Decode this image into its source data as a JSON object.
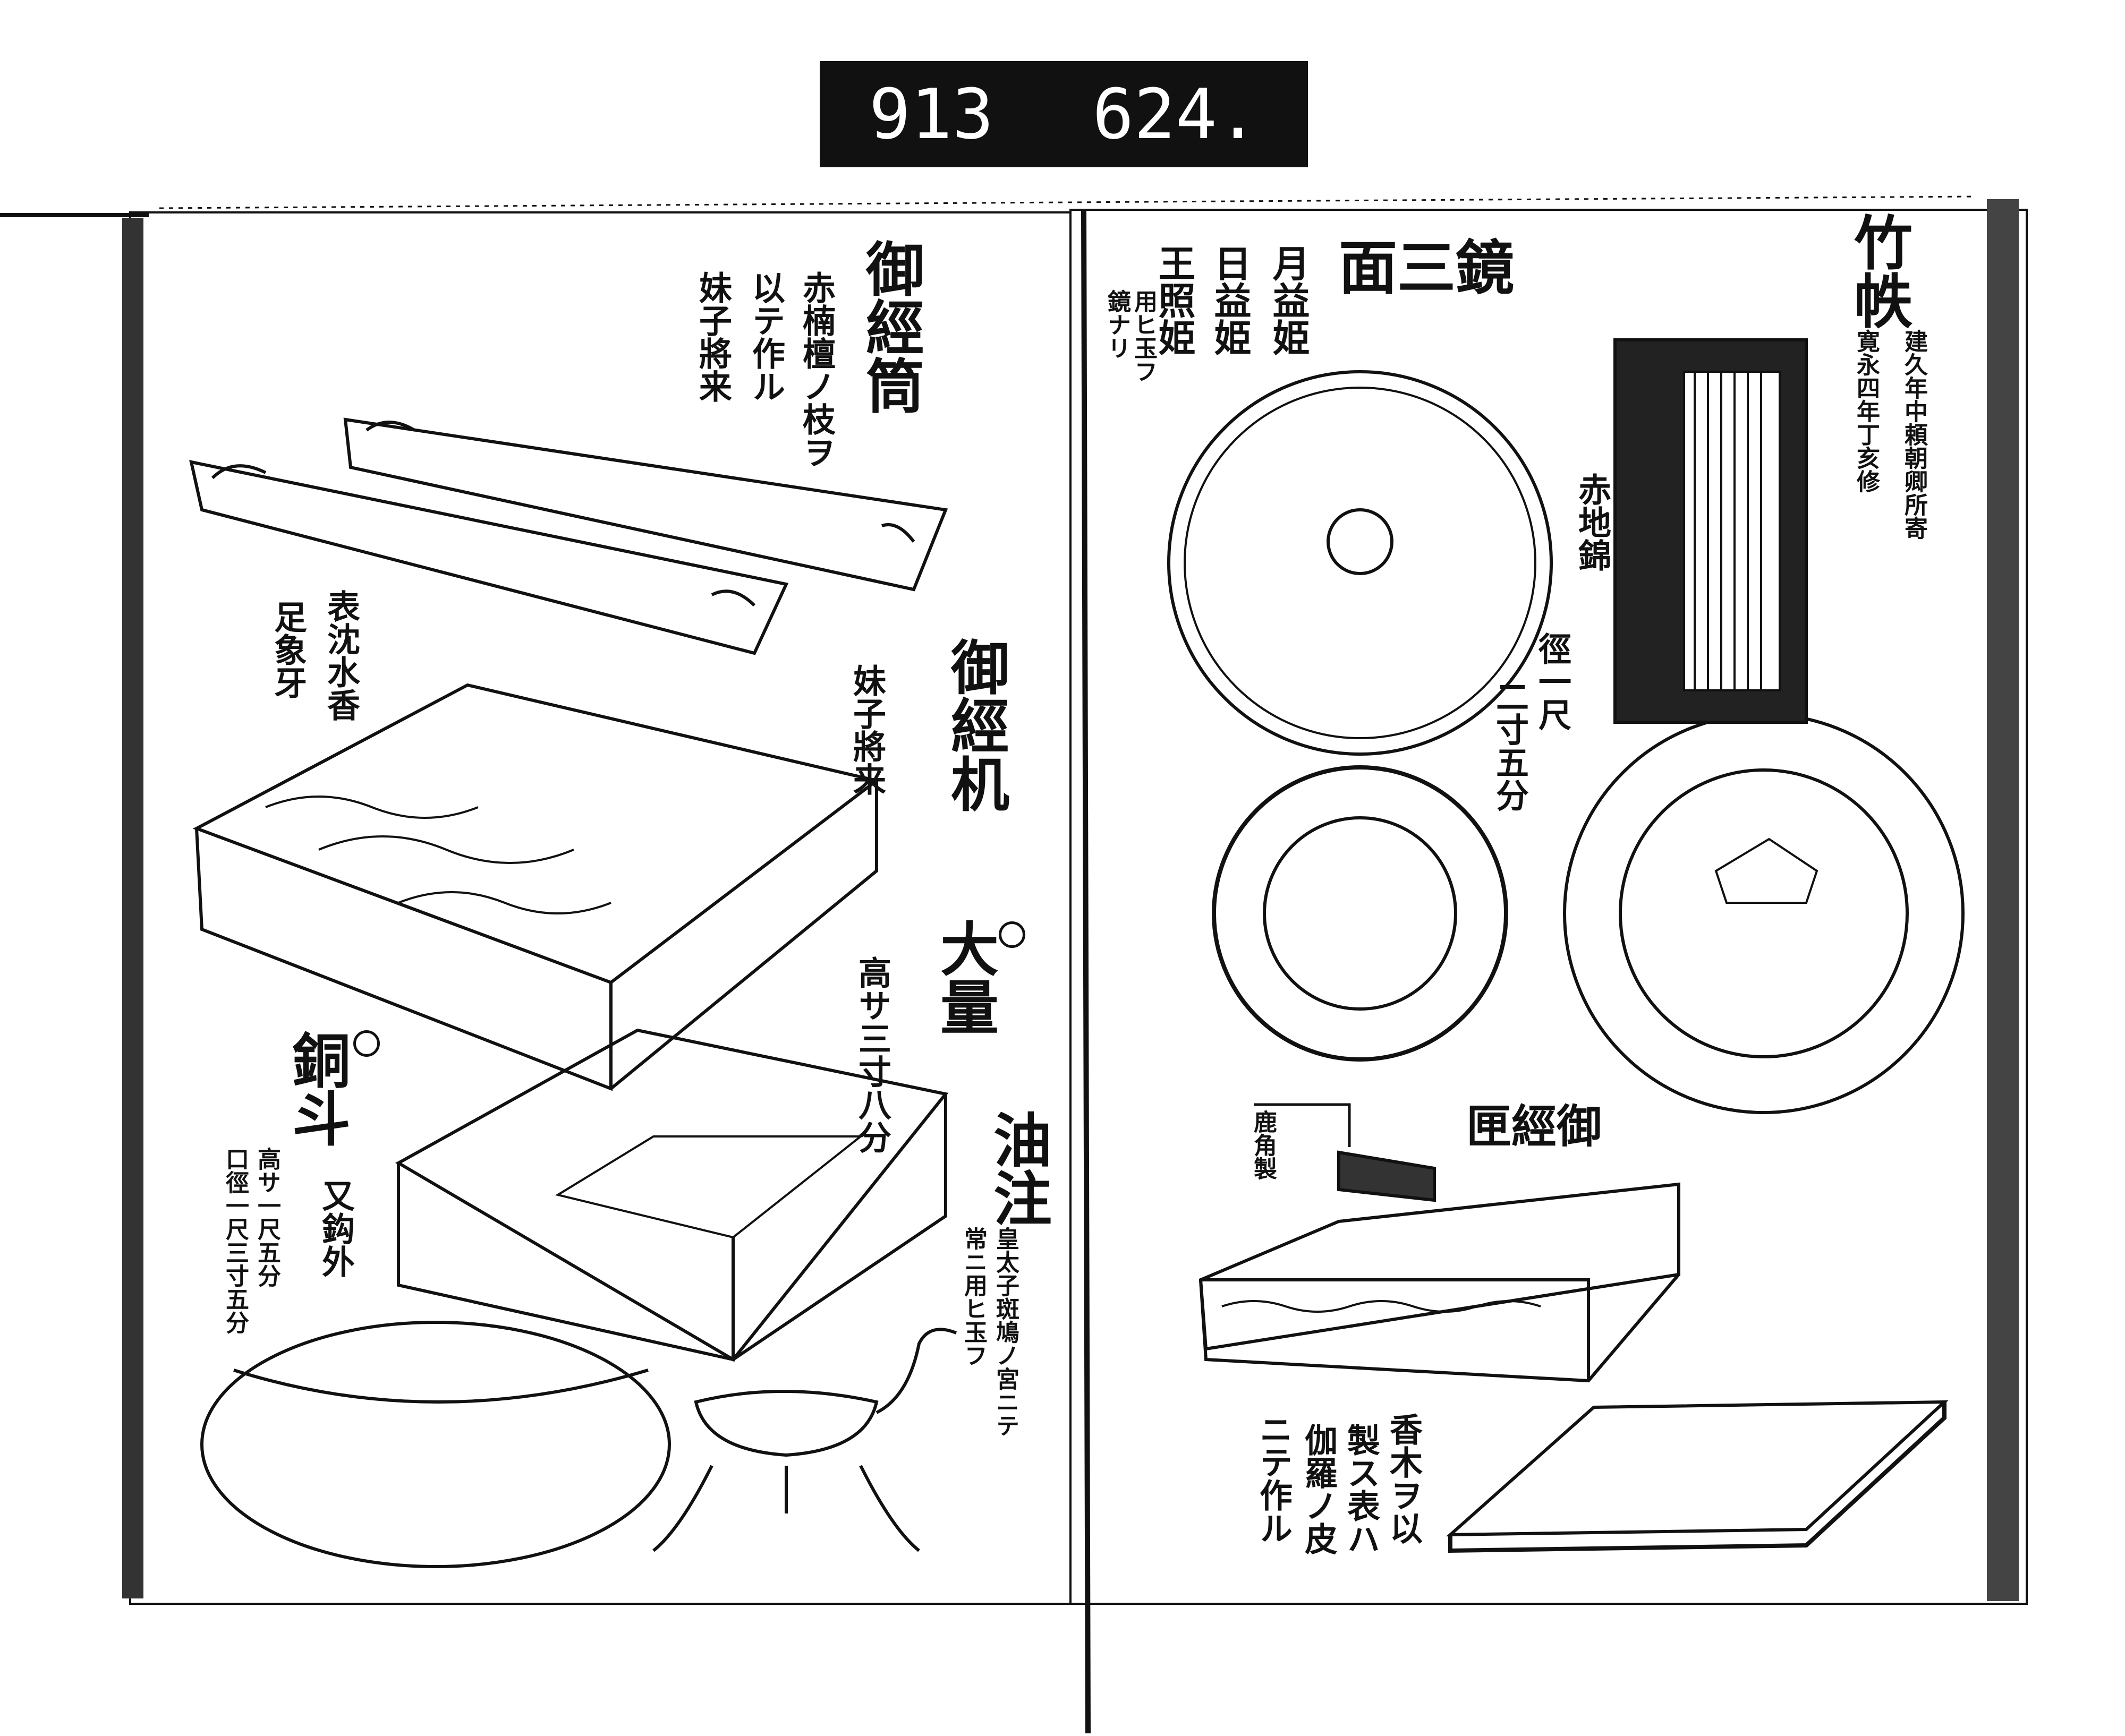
{
  "catalog_label": {
    "left_number": "913",
    "right_number": "624."
  },
  "left_page": {
    "kyozutsu": {
      "title": "御經筒",
      "note_1": "赤楠檀ノ枝ヲ",
      "note_2": "以テ作ル",
      "note_3": "妹子將来"
    },
    "material": {
      "note_1": "表沈水香",
      "note_2": "足象牙"
    },
    "kyozukue": {
      "title": "御經机",
      "note": "妹子將来"
    },
    "ooryo": {
      "title": "大量",
      "note": "高サ三寸八分"
    },
    "doto": {
      "title": "銅斗",
      "note_1": "又鈎外",
      "note_2": "高サ一尺五分",
      "note_3": "口徑一尺三寸五分"
    },
    "yuchu": {
      "title": "油注",
      "note_1": "皇太子斑鳩ノ宮ニテ",
      "note_2": "常ニ用ヒ玉フ"
    }
  },
  "right_page": {
    "mirrors": {
      "title": "鏡三面",
      "name_1": "月益姫",
      "name_2": "日益姫",
      "name_3": "王照姫",
      "note_1": "用ヒ玉フ",
      "note_2": "鏡ナリ",
      "size_1": "徑一尺",
      "size_2": "二寸五分"
    },
    "chitsu": {
      "title": "竹帙",
      "note_1": "建久年中頼朝卿所寄",
      "note_2": "寛永四年丁亥修",
      "fabric": "赤地錦"
    },
    "kyobako": {
      "title": "御經匣",
      "tag": "鹿角製",
      "note_1": "香木ヲ以",
      "note_2": "製ス表ハ",
      "note_3": "伽羅ノ皮",
      "note_4": "ニテ作ル"
    }
  },
  "colors": {
    "ink": "#111111",
    "paper": "#ffffff",
    "label_bg": "#111111"
  }
}
